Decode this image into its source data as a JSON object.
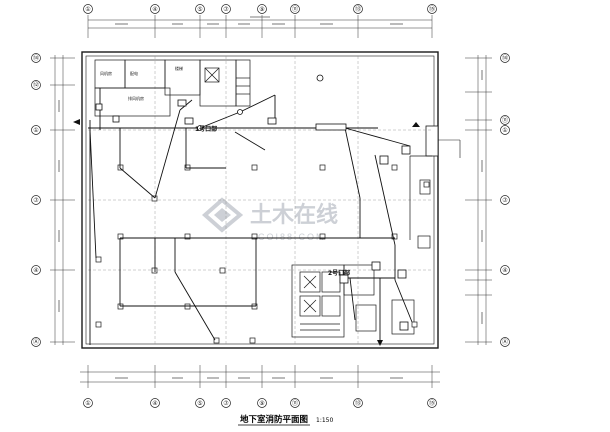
{
  "title": "地下室消防平面图",
  "scale": "1:150",
  "exits": [
    {
      "label": "1号口部"
    },
    {
      "label": "2号口部"
    }
  ],
  "top_axes": [
    "①",
    "④",
    "⑤",
    "⑦",
    "⑨",
    "⑪",
    "⑬",
    "⑮"
  ],
  "bottom_axes": [
    "①",
    "④",
    "⑤",
    "⑦",
    "⑨",
    "⑪",
    "⑬",
    "⑮"
  ],
  "left_axes": [
    "⑭",
    "⑫",
    "①",
    "⑦",
    "④",
    "Ⓐ"
  ],
  "right_axes": [
    "⑭",
    "⑪",
    "①",
    "⑦",
    "④",
    "Ⓐ"
  ],
  "watermark": {
    "brand": "土木在线",
    "sub": "COI88.COM"
  },
  "colors": {
    "line": "#1a1a1a",
    "grid": "#555555",
    "watermark": "#c8ccd2"
  }
}
